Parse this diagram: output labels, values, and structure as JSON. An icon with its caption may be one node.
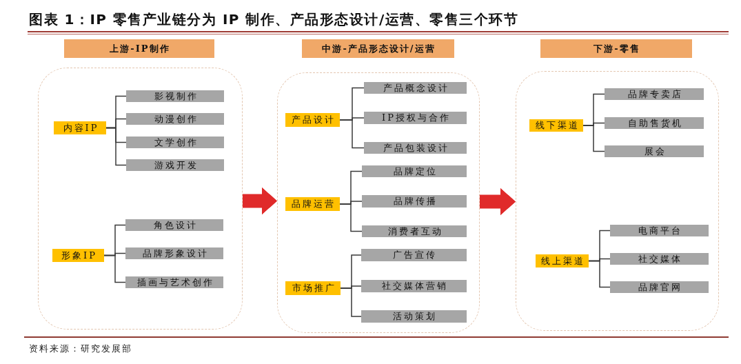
{
  "diagram": {
    "title": "图表 1：IP 零售产业链分为 IP 制作、产品形态设计/运营、零售三个环节",
    "caption": "资料来源：研究发展部",
    "nodes": [
      {
        "text": [
          "上游-IP制作"
        ]
      },
      {
        "text": [
          "内容IP"
        ],
        "in": 0
      },
      {
        "text": [
          "影视制作"
        ],
        "in": 0
      },
      {
        "text": [
          "动漫创作"
        ],
        "in": 0
      },
      {
        "text": [
          "文学创作"
        ],
        "in": 0
      },
      {
        "text": [
          "游戏开发"
        ],
        "in": 0
      },
      {
        "text": [
          "形象IP"
        ],
        "in": 0
      },
      {
        "text": [
          "角色设计"
        ],
        "in": 0
      },
      {
        "text": [
          "品牌形象设计"
        ],
        "in": 0
      },
      {
        "text": [
          "插画与艺术创作"
        ],
        "in": 0
      },
      {
        "text": [
          "中游-产品形态设计/运营"
        ]
      },
      {
        "text": [
          "产品设计"
        ],
        "in": 10
      },
      {
        "text": [
          "产品概念设计"
        ],
        "in": 10
      },
      {
        "text": [
          "IP授权与合作"
        ],
        "in": 10
      },
      {
        "text": [
          "产品包装设计"
        ],
        "in": 10
      },
      {
        "text": [
          "品牌运营"
        ],
        "in": 10
      },
      {
        "text": [
          "品牌定位"
        ],
        "in": 10
      },
      {
        "text": [
          "品牌传播"
        ],
        "in": 10
      },
      {
        "text": [
          "消费者互动"
        ],
        "in": 10
      },
      {
        "text": [
          "市场推广"
        ],
        "in": 10
      },
      {
        "text": [
          "广告宣传"
        ],
        "in": 10
      },
      {
        "text": [
          "社交媒体营销"
        ],
        "in": 10
      },
      {
        "text": [
          "活动策划"
        ],
        "in": 10
      },
      {
        "text": [
          "下游-零售"
        ]
      },
      {
        "text": [
          "线下渠道"
        ],
        "in": 23
      },
      {
        "text": [
          "品牌专卖店"
        ],
        "in": 23
      },
      {
        "text": [
          "自助售货机"
        ],
        "in": 23
      },
      {
        "text": [
          "展会"
        ],
        "in": 23
      },
      {
        "text": [
          "线上渠道"
        ],
        "in": 23
      },
      {
        "text": [
          "电商平台"
        ],
        "in": 23
      },
      {
        "text": [
          "社交媒体"
        ],
        "in": 23
      },
      {
        "text": [
          "品牌官网"
        ],
        "in": 23
      }
    ],
    "edges": [
      {
        "from": 1,
        "to": 2,
        "arrow": "none"
      },
      {
        "from": 1,
        "to": 3,
        "arrow": "none"
      },
      {
        "from": 1,
        "to": 4,
        "arrow": "none"
      },
      {
        "from": 1,
        "to": 5,
        "arrow": "none"
      },
      {
        "from": 6,
        "to": 7,
        "arrow": "none"
      },
      {
        "from": 6,
        "to": 8,
        "arrow": "none"
      },
      {
        "from": 6,
        "to": 9,
        "arrow": "none"
      },
      {
        "from": 0,
        "to": 10,
        "arrow": "to",
        "style": "thick",
        "color": "#e02a2a"
      },
      {
        "from": 11,
        "to": 12,
        "arrow": "none"
      },
      {
        "from": 11,
        "to": 13,
        "arrow": "none"
      },
      {
        "from": 11,
        "to": 14,
        "arrow": "none"
      },
      {
        "from": 15,
        "to": 16,
        "arrow": "none"
      },
      {
        "from": 15,
        "to": 17,
        "arrow": "none"
      },
      {
        "from": 15,
        "to": 18,
        "arrow": "none"
      },
      {
        "from": 19,
        "to": 20,
        "arrow": "none"
      },
      {
        "from": 19,
        "to": 21,
        "arrow": "none"
      },
      {
        "from": 19,
        "to": 22,
        "arrow": "none"
      },
      {
        "from": 10,
        "to": 23,
        "arrow": "to",
        "style": "thick",
        "color": "#e02a2a"
      },
      {
        "from": 24,
        "to": 25,
        "arrow": "none"
      },
      {
        "from": 24,
        "to": 26,
        "arrow": "none"
      },
      {
        "from": 24,
        "to": 27,
        "arrow": "none"
      },
      {
        "from": 28,
        "to": 29,
        "arrow": "none"
      },
      {
        "from": 28,
        "to": 30,
        "arrow": "none"
      },
      {
        "from": 28,
        "to": 31,
        "arrow": "none"
      }
    ]
  }
}
